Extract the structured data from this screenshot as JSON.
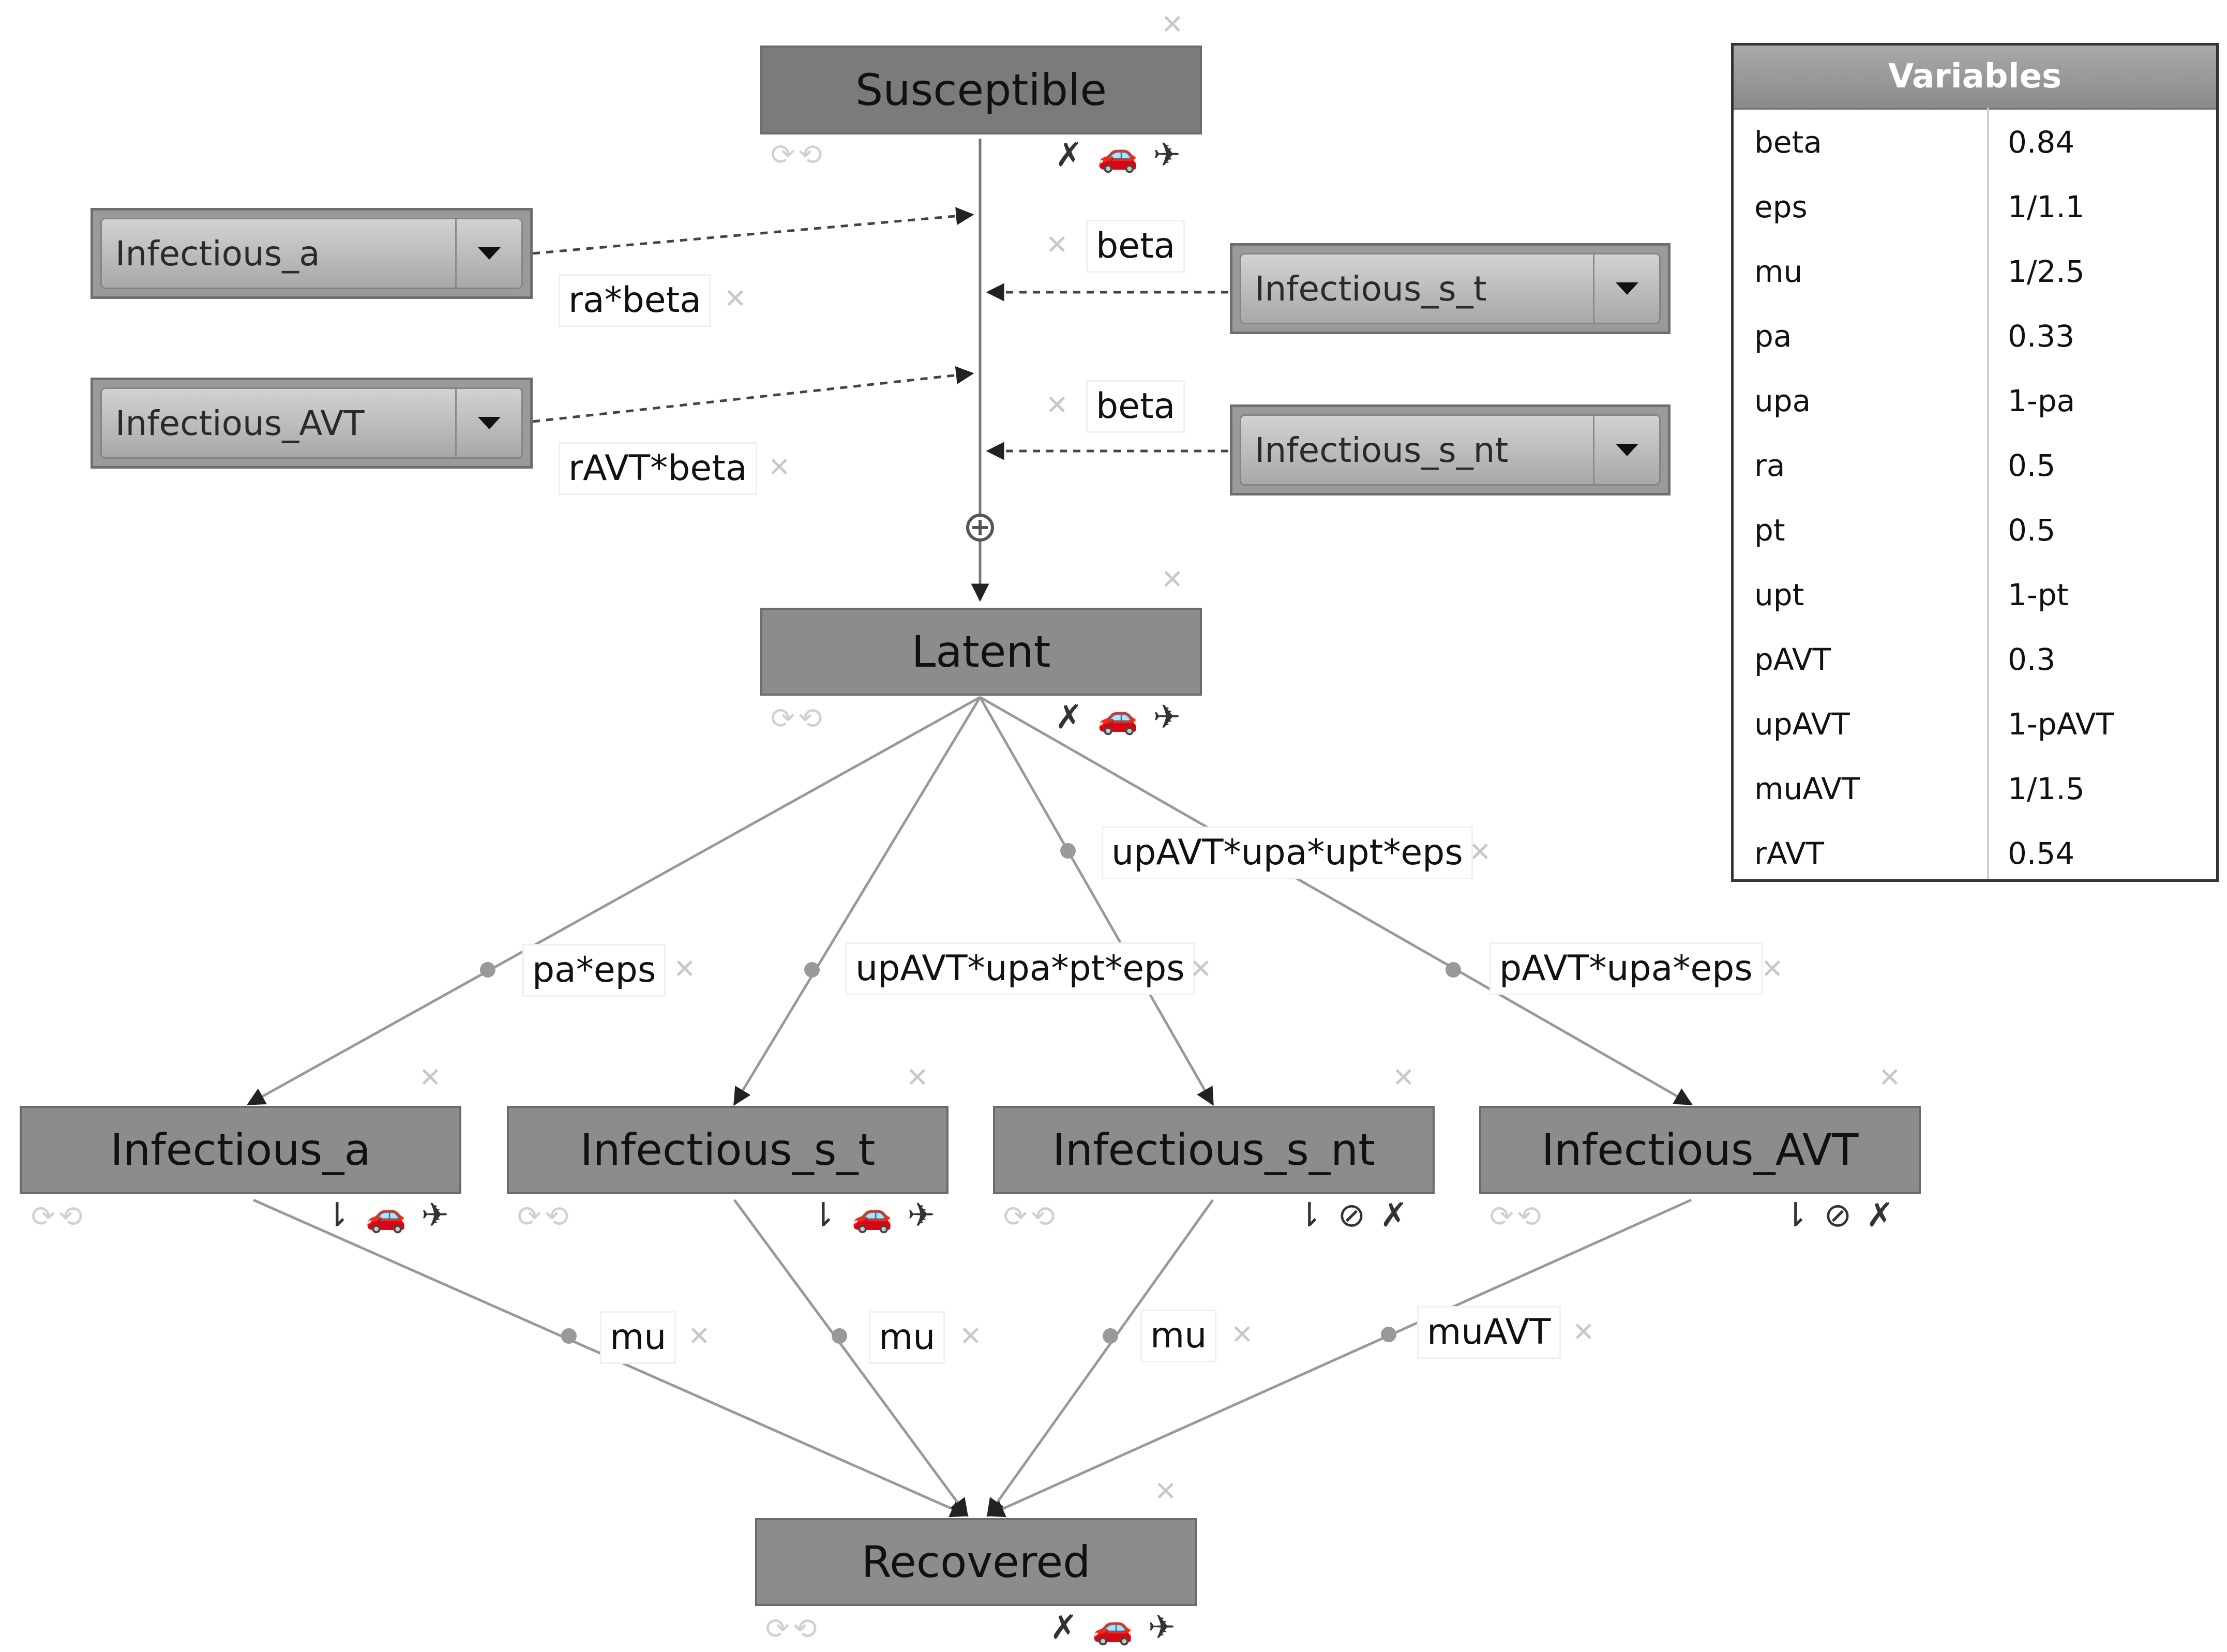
{
  "nodes": {
    "susceptible": "Susceptible",
    "latent": "Latent",
    "infectious_a": "Infectious_a",
    "infectious_s_t": "Infectious_s_t",
    "infectious_s_nt": "Infectious_s_nt",
    "infectious_avt": "Infectious_AVT",
    "recovered": "Recovered"
  },
  "dropdowns": {
    "infectious_a": "Infectious_a",
    "infectious_avt": "Infectious_AVT",
    "infectious_s_t": "Infectious_s_t",
    "infectious_s_nt": "Infectious_s_nt"
  },
  "edge_labels": {
    "ra_beta": "ra*beta",
    "ravt_beta": "rAVT*beta",
    "beta_1": "beta",
    "beta_2": "beta",
    "pa_eps": "pa*eps",
    "upavt_upa_pt_eps": "upAVT*upa*pt*eps",
    "upavt_upa_upt_eps": "upAVT*upa*upt*eps",
    "pavt_upa_eps": "pAVT*upa*eps",
    "mu_1": "mu",
    "mu_2": "mu",
    "mu_3": "mu",
    "muavt": "muAVT"
  },
  "variables": {
    "title": "Variables",
    "rows": [
      {
        "name": "beta",
        "value": "0.84"
      },
      {
        "name": "eps",
        "value": "1/1.1"
      },
      {
        "name": "mu",
        "value": "1/2.5"
      },
      {
        "name": "pa",
        "value": "0.33"
      },
      {
        "name": "upa",
        "value": "1-pa"
      },
      {
        "name": "ra",
        "value": "0.5"
      },
      {
        "name": "pt",
        "value": "0.5"
      },
      {
        "name": "upt",
        "value": "1-pt"
      },
      {
        "name": "pAVT",
        "value": "0.3"
      },
      {
        "name": "upAVT",
        "value": "1-pAVT"
      },
      {
        "name": "muAVT",
        "value": "1/1.5"
      },
      {
        "name": "rAVT",
        "value": "0.54"
      }
    ]
  }
}
